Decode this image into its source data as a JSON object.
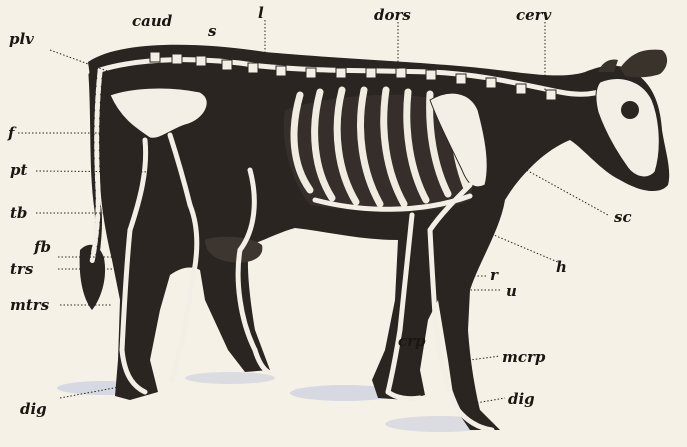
{
  "labels": {
    "plv": "plv",
    "caud": "caud",
    "s": "s",
    "l": "l",
    "dors": "dors",
    "cerv": "cerv",
    "f": "f",
    "pt": "pt",
    "tb": "tb",
    "fb": "fb",
    "trs": "trs",
    "mtrs": "mtrs",
    "dig_left": "dig",
    "sc": "sc",
    "h": "h",
    "r": "r",
    "u": "u",
    "crp": "crp",
    "mcrp": "mcrp",
    "dig_right": "dig"
  },
  "colors": {
    "background": "#f6f1e6",
    "body": "#2a2521",
    "bone": "#f3efe6"
  }
}
